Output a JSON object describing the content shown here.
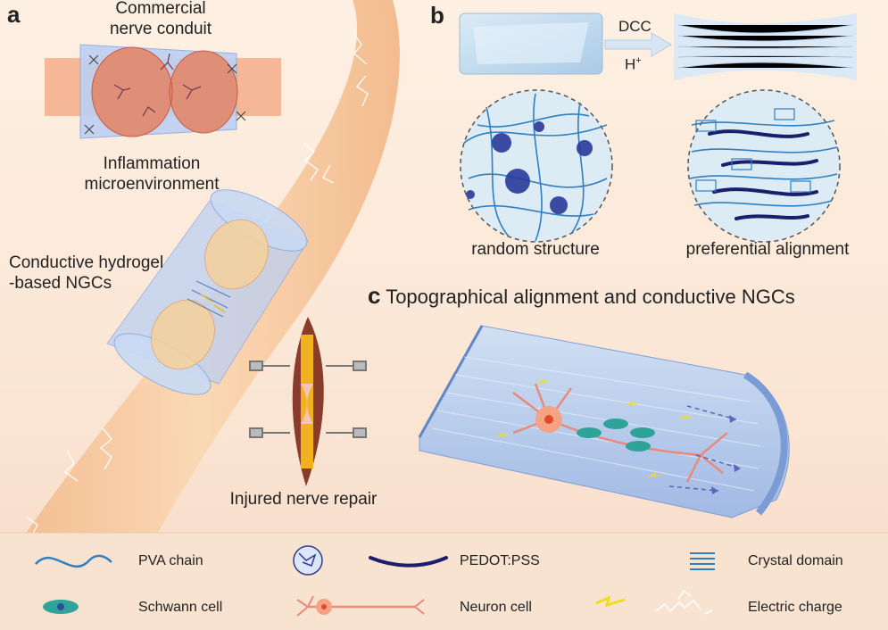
{
  "panels": {
    "a": {
      "letter": "a",
      "commercial_line1": "Commercial",
      "commercial_line2": "nerve conduit",
      "inflammation_line1": "Inflammation",
      "inflammation_line2": "microenvironment",
      "conductive_line1": "Conductive hydrogel",
      "conductive_line2": "-based NGCs",
      "injured": "Injured nerve repair"
    },
    "b": {
      "letter": "b",
      "dcc": "DCC",
      "hplus_base": "H",
      "hplus_sup": "+",
      "random": "random structure",
      "preferential": "preferential alignment"
    },
    "c": {
      "letter": "c",
      "title": "Topographical alignment and conductive NGCs"
    }
  },
  "legend": {
    "pva": "PVA chain",
    "pedot": "PEDOT:PSS",
    "crystal": "Crystal domain",
    "schwann": "Schwann cell",
    "neuron": "Neuron cell",
    "charge": "Electric charge"
  },
  "icons": [
    "wave-icon",
    "polymer-cluster-icon",
    "dark-arc-icon",
    "crystal-stack-icon",
    "eye-cell-icon",
    "neuron-icon",
    "lightning-icon",
    "spark-icon"
  ],
  "colors": {
    "nerve": "#f6c79c",
    "conduit": "#b9cdf0",
    "pva": "#2f7fc1",
    "pedot": "#1d1d6e",
    "schwann": "#2fa39a",
    "charge": "#f2dc1f",
    "legend_bg": "#f7e3d0"
  }
}
